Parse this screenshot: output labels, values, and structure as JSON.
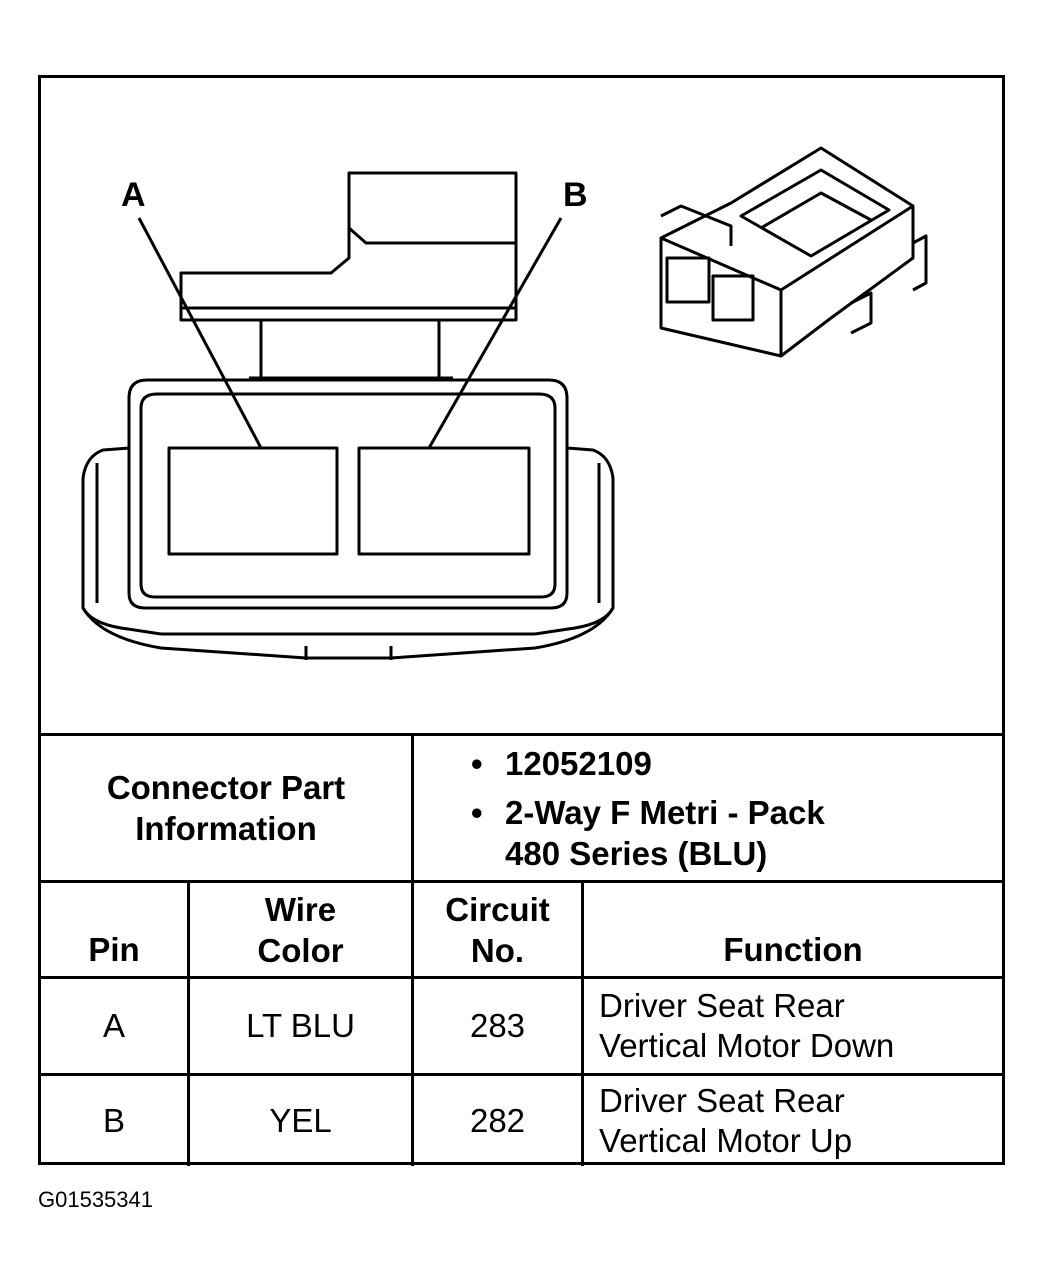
{
  "diagram": {
    "label_a": "A",
    "label_b": "B"
  },
  "connector_info": {
    "heading": "Connector Part Information",
    "items": [
      "12052109",
      "2-Way F Metri - Pack 480 Series (BLU)"
    ]
  },
  "table": {
    "headers": {
      "pin": "Pin",
      "wire_color": "Wire Color",
      "circuit_no": "Circuit No.",
      "function": "Function"
    },
    "rows": [
      {
        "pin": "A",
        "wire_color": "LT BLU",
        "circuit": "283",
        "function": "Driver Seat Rear Vertical Motor Down"
      },
      {
        "pin": "B",
        "wire_color": "YEL",
        "circuit": "282",
        "function": "Driver Seat Rear Vertical Motor Up"
      }
    ]
  },
  "footer": {
    "figure_id": "G01535341"
  }
}
